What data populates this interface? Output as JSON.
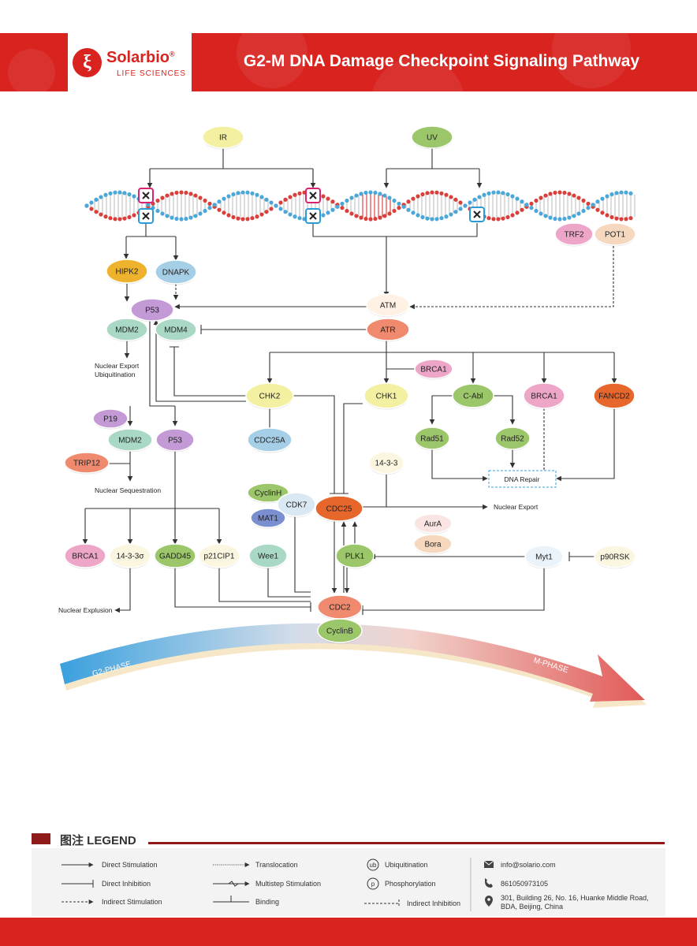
{
  "header": {
    "brand": "Solarbio",
    "registered": "®",
    "brand_sub": "LIFE SCIENCES",
    "title": "G2-M DNA Damage Checkpoint Signaling Pathway"
  },
  "nodes": {
    "IR": "IR",
    "UV": "UV",
    "TRF2": "TRF2",
    "POT1": "POT1",
    "HIPK2": "HIPK2",
    "DNAPK": "DNAPK",
    "P53_top": "P53",
    "MDM2_top": "MDM2",
    "MDM4": "MDM4",
    "ATM": "ATM",
    "ATR": "ATR",
    "BRCA1_a": "BRCA1",
    "CHK2": "CHK2",
    "CHK1": "CHK1",
    "CAbl": "C-Abl",
    "BRCA1_b": "BRCA1",
    "FANCD2": "FANCD2",
    "P19": "P19",
    "MDM2_mid": "MDM2",
    "P53_mid": "P53",
    "TRIP12": "TRIP12",
    "CDC25A": "CDC25A",
    "Rad51": "Rad51",
    "Rad52": "Rad52",
    "DNArepair": "DNA Repair",
    "s1433": "14-3-3",
    "CyclinH": "CyclinH",
    "MAT1": "MAT1",
    "CDK7": "CDK7",
    "CDC25": "CDC25",
    "AurA": "AurA",
    "Bora": "Bora",
    "BRCA1_c": "BRCA1",
    "s1433s": "14-3-3σ",
    "GADD45": "GADD45",
    "p21": "p21CIP1",
    "Wee1": "Wee1",
    "PLK1": "PLK1",
    "Myt1": "Myt1",
    "p90RSK": "p90RSK",
    "CDC2": "CDC2",
    "CyclinB": "CyclinB"
  },
  "annotations": {
    "nuclear_export_ubiq_1": "Nuclear Export",
    "nuclear_export_ubiq_2": "Ubiquitination",
    "nuclear_sequestration": "Nuclear Sequestration",
    "nuclear_export": "Nuclear Export",
    "nuclear_explusion": "Nuclear Explusion",
    "g2_phase": "G2-PHASE",
    "m_phase": "M-PHASE"
  },
  "legend": {
    "title": "图注 LEGEND",
    "direct_stimulation": "Direct Stimulation",
    "direct_inhibition": "Direct Inhibition",
    "indirect_stimulation": "Indirect Stimulation",
    "translocation": "Translocation",
    "multistep_stimulation": "Multistep Stimulation",
    "binding": "Binding",
    "ub_symbol": "ub",
    "ubiquitination": "Ubiquitination",
    "p_symbol": "p",
    "phosphorylation": "Phosphorylation",
    "indirect_inhibition": "Indirect Inhibition",
    "email": "info@solario.com",
    "phone": "861050973105",
    "address_1": "301, Building 26, No. 16, Huanke Middle Road,",
    "address_2": "BDA, Beijing, China"
  },
  "colors": {
    "brand_red": "#d8231f",
    "legend_dark_red": "#8e1b1a",
    "node_yellow": "#f3f0a2",
    "node_purple": "#c39ad6",
    "node_teal": "#a9d8c4",
    "node_green": "#9cc66a",
    "node_orange": "#e6662c",
    "node_gold": "#efb22c",
    "node_pink": "#eea6c8",
    "node_salmon": "#f08a6e",
    "node_blue": "#a5cfe7",
    "node_navy": "#7a8fd0",
    "node_peach": "#f6d8bf"
  }
}
